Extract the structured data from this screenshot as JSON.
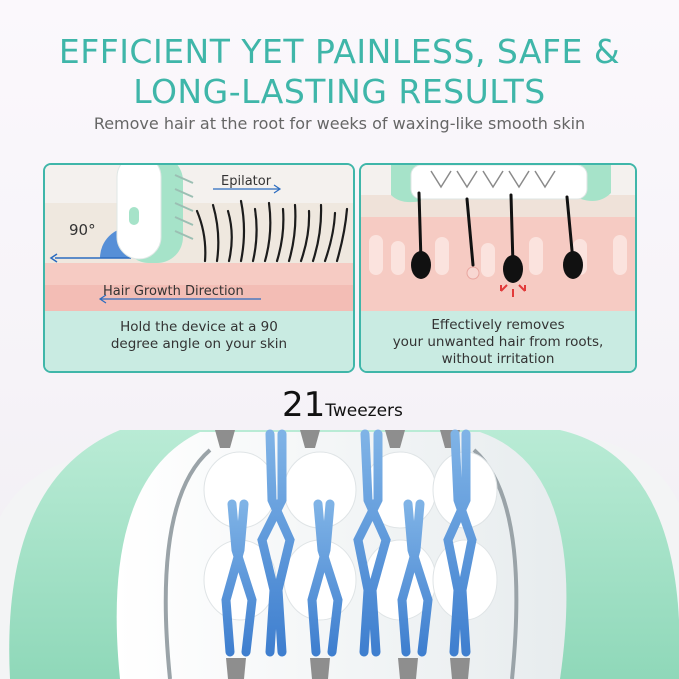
{
  "header": {
    "title_line1": "EFFICIENT YET PAINLESS, SAFE &",
    "title_line2": "LONG-LASTING RESULTS",
    "subtitle": "Remove hair at the root for weeks of waxing-like smooth skin"
  },
  "panel_left": {
    "label_epilator": "Epilator",
    "label_angle": "90°",
    "label_hair_direction": "Hair Growth Direction",
    "caption_line1": "Hold the device at a 90",
    "caption_line2": "degree angle on your skin"
  },
  "panel_right": {
    "caption_line1": "Effectively removes",
    "caption_line2": "your unwanted hair from roots,",
    "caption_line3": "without irritation"
  },
  "tweezers": {
    "count": "21",
    "label": "Tweezers"
  },
  "colors": {
    "accent": "#3fb6a9",
    "device_green": "#a6e3c9",
    "skin_pink": "#f6c9c3",
    "panel_teal": "#c9ebe2",
    "tweezer_blue": "#5a9bd8"
  }
}
